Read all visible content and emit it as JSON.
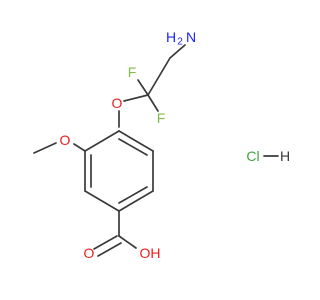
{
  "molecule": {
    "atoms": {
      "amine_n": "N",
      "amine_h": "H",
      "amine_h2": "2",
      "fluorine_1": "F",
      "fluorine_2": "F",
      "ether_o": "O",
      "methoxy_o": "O",
      "carbonyl_o": "O",
      "hydroxyl_oh": "OH"
    },
    "salt": {
      "cl": "Cl",
      "h": "H"
    },
    "colors": {
      "bond": "#3a3a3a",
      "nitrogen": "#1e23ff",
      "fluorine": "#85b94b",
      "oxygen": "#e8201f",
      "chlorine": "#3fa63f",
      "hydrogen": "#3a3a3a"
    }
  }
}
